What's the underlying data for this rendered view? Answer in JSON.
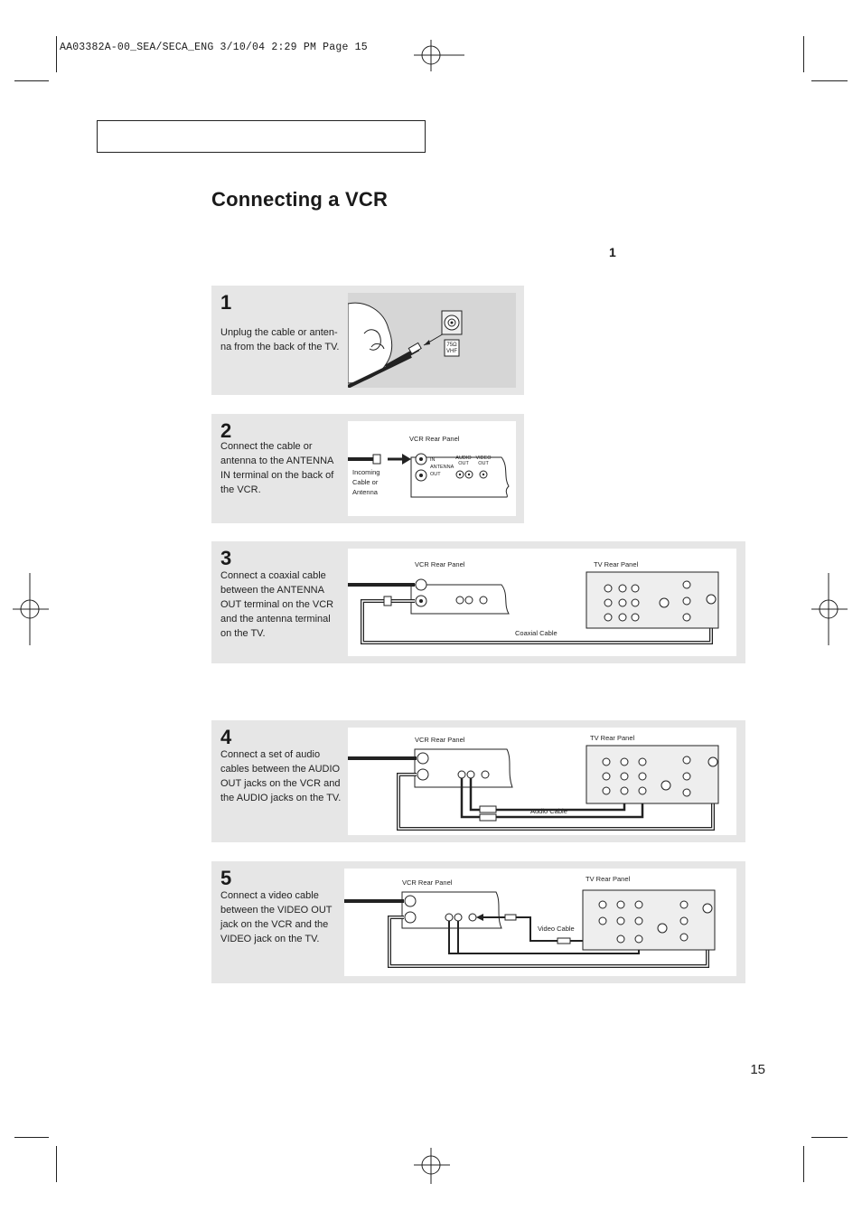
{
  "print_slug": "AA03382A-00_SEA/SECA_ENG  3/10/04  2:29 PM  Page 15",
  "page": {
    "title": "Connecting a VCR",
    "step_ref": "1",
    "page_number": "15"
  },
  "steps": [
    {
      "number": "1",
      "text": "Unplug the cable or anten- na from the back of the TV.",
      "jack_label": "75Ω VHF"
    },
    {
      "number": "2",
      "text": "Connect the cable or antenna to the ANTENNA IN terminal on the back of the VCR.",
      "panel_label": "VCR Rear Panel",
      "cable_label": "Incoming Cable or Antenna"
    },
    {
      "number": "3",
      "text": "Connect a coaxial cable between the ANTENNA OUT terminal on the VCR and the antenna terminal on the TV.",
      "vcr_label": "VCR Rear Panel",
      "tv_label": "TV Rear Panel",
      "cable_label": "Coaxial Cable"
    },
    {
      "number": "4",
      "text": "Connect a set of audio cables between the AUDIO OUT jacks on the VCR and the AUDIO jacks on the TV.",
      "vcr_label": "VCR Rear Panel",
      "tv_label": "TV Rear Panel",
      "cable_label": "Audio Cable"
    },
    {
      "number": "5",
      "text": "Connect a video cable between the VIDEO OUT jack on the VCR and the VIDEO jack on the TV.",
      "vcr_label": "VCR Rear Panel",
      "tv_label": "TV Rear Panel",
      "cable_label": "Video Cable"
    }
  ],
  "vcr_panel": {
    "in_label": "IN",
    "antenna_label": "ANTENNA",
    "out_label": "OUT",
    "audio_out_label": "AUDIO OUT",
    "video_out_label": "VIDEO OUT"
  }
}
